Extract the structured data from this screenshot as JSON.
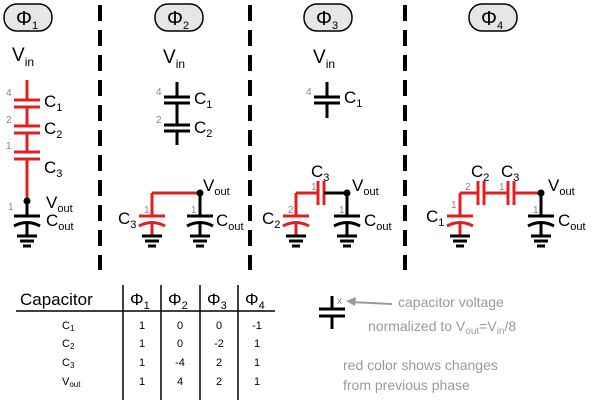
{
  "phases": [
    {
      "symbol": "Φ",
      "sub": "1"
    },
    {
      "symbol": "Φ",
      "sub": "2"
    },
    {
      "symbol": "Φ",
      "sub": "3"
    },
    {
      "symbol": "Φ",
      "sub": "4"
    }
  ],
  "labels": {
    "vin_main": "V",
    "vin_sub": "in",
    "vout_main": "V",
    "vout_sub": "out",
    "c_main": "C",
    "c1": "1",
    "c2": "2",
    "c3": "3",
    "cout_sub": "out"
  },
  "voltages": {
    "p1": {
      "c1": "4",
      "c2": "2",
      "c3": "1",
      "cout": "1"
    },
    "p2": {
      "c1": "4",
      "c2": "2",
      "c3": "1",
      "cout": "1"
    },
    "p3": {
      "c1": "4",
      "c2": "2",
      "c3": "1",
      "cout": "1"
    },
    "p4": {
      "c1": "1",
      "c2": "2",
      "c3": "1",
      "cout": "1"
    }
  },
  "table": {
    "header": {
      "capacitor": "Capacitor"
    },
    "rows": [
      {
        "name": "C",
        "sub": "1",
        "vals": [
          "1",
          "0",
          "0",
          "-1"
        ]
      },
      {
        "name": "C",
        "sub": "2",
        "vals": [
          "1",
          "0",
          "-2",
          "1"
        ]
      },
      {
        "name": "C",
        "sub": "3",
        "vals": [
          "1",
          "-4",
          "2",
          "1"
        ]
      },
      {
        "name": "V",
        "sub": "out",
        "vals": [
          "1",
          "4",
          "2",
          "1"
        ]
      }
    ]
  },
  "legend": {
    "x_mark": "x",
    "line1": "capacitor voltage",
    "line2a": "normalized to V",
    "line2b": "out",
    "line2c": "=V",
    "line2d": "in",
    "line2e": "/8",
    "line3": "red color shows changes",
    "line4": "from previous phase"
  },
  "colors": {
    "changed": "#e02020",
    "wire": "#000000",
    "note": "#9a9a9a",
    "number": "#888888"
  }
}
